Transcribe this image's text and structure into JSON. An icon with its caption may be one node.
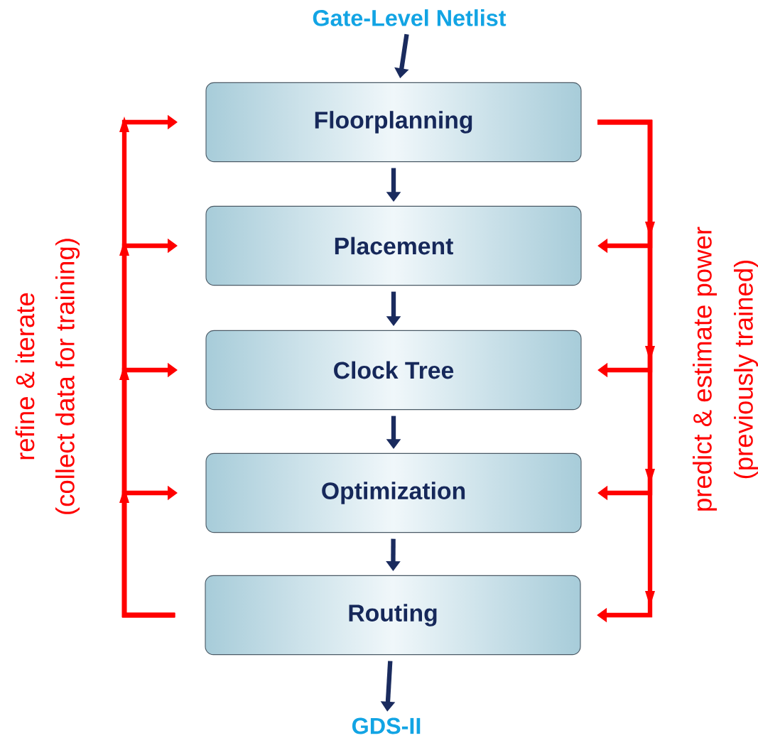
{
  "diagram": {
    "nodes": [
      {
        "text": [
          "Gate-Level Netlist"
        ]
      },
      {
        "text": [
          "Floorplanning"
        ]
      },
      {
        "text": [
          "Placement"
        ]
      },
      {
        "text": [
          "Clock Tree"
        ]
      },
      {
        "text": [
          "Optimization"
        ]
      },
      {
        "text": [
          "Routing"
        ]
      },
      {
        "text": [
          "GDS-II"
        ]
      }
    ],
    "edges": [
      {
        "from": 0,
        "to": 1,
        "arrow": "to",
        "color": "#1a2b5e"
      },
      {
        "from": 1,
        "to": 2,
        "arrow": "to",
        "color": "#1a2b5e"
      },
      {
        "from": 2,
        "to": 3,
        "arrow": "to",
        "color": "#1a2b5e"
      },
      {
        "from": 3,
        "to": 4,
        "arrow": "to",
        "color": "#1a2b5e"
      },
      {
        "from": 4,
        "to": 5,
        "arrow": "to",
        "color": "#1a2b5e"
      },
      {
        "from": 5,
        "to": 6,
        "arrow": "to",
        "color": "#1a2b5e"
      },
      {
        "from": 5,
        "to": 1,
        "arrow": "to"
      },
      {
        "from": 5,
        "to": 2,
        "arrow": "to"
      },
      {
        "from": 5,
        "to": 3,
        "arrow": "to"
      },
      {
        "from": 5,
        "to": 4,
        "arrow": "to"
      },
      {
        "from": 1,
        "to": 2,
        "arrow": "to"
      },
      {
        "from": 1,
        "to": 3,
        "arrow": "to"
      },
      {
        "from": 1,
        "to": 4,
        "arrow": "to"
      },
      {
        "from": 1,
        "to": 5,
        "arrow": "to"
      }
    ],
    "labels": [
      "refine & iterate",
      "(collect data for training)",
      "predict & estimate power",
      "(previously trained)"
    ]
  }
}
